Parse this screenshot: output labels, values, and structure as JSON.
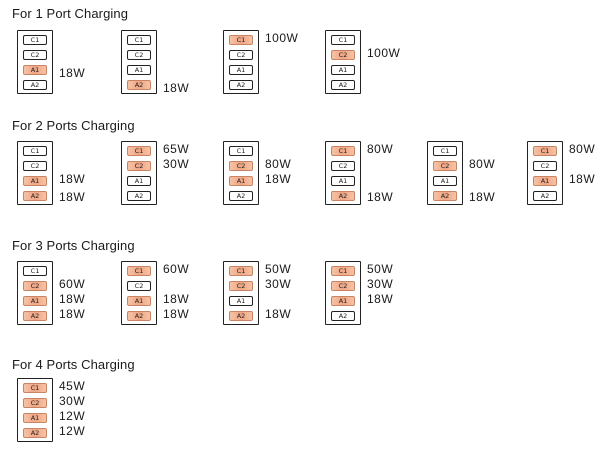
{
  "colors": {
    "active_port": "#f0a583",
    "outline": "#222222",
    "text": "#1a1a1a"
  },
  "sections": [
    {
      "title": "For 1 Port Charging",
      "configs": [
        {
          "ports": [
            {
              "label": "C1",
              "on": false
            },
            {
              "label": "C2",
              "on": false
            },
            {
              "label": "A1",
              "on": true
            },
            {
              "label": "A2",
              "on": false
            }
          ],
          "watts": [
            {
              "row": 2.3,
              "text": "18W"
            }
          ]
        },
        {
          "ports": [
            {
              "label": "C1",
              "on": false
            },
            {
              "label": "C2",
              "on": false
            },
            {
              "label": "A1",
              "on": false
            },
            {
              "label": "A2",
              "on": true
            }
          ],
          "watts": [
            {
              "row": 3.3,
              "text": "18W"
            }
          ]
        },
        {
          "ports": [
            {
              "label": "C1",
              "on": true
            },
            {
              "label": "C2",
              "on": false
            },
            {
              "label": "A1",
              "on": false
            },
            {
              "label": "A2",
              "on": false
            }
          ],
          "watts": [
            {
              "row": 0,
              "text": "100W"
            }
          ]
        },
        {
          "ports": [
            {
              "label": "C1",
              "on": false
            },
            {
              "label": "C2",
              "on": true
            },
            {
              "label": "A1",
              "on": false
            },
            {
              "label": "A2",
              "on": false
            }
          ],
          "watts": [
            {
              "row": 1,
              "text": "100W"
            }
          ]
        }
      ]
    },
    {
      "title": "For 2 Ports Charging",
      "configs": [
        {
          "ports": [
            {
              "label": "C1",
              "on": false
            },
            {
              "label": "C2",
              "on": false
            },
            {
              "label": "A1",
              "on": true
            },
            {
              "label": "A2",
              "on": true
            }
          ],
          "watts": [
            {
              "row": 2,
              "text": "18W"
            },
            {
              "row": 3.2,
              "text": "18W"
            }
          ]
        },
        {
          "ports": [
            {
              "label": "C1",
              "on": true
            },
            {
              "label": "C2",
              "on": true
            },
            {
              "label": "A1",
              "on": false
            },
            {
              "label": "A2",
              "on": false
            }
          ],
          "watts": [
            {
              "row": 0,
              "text": "65W"
            },
            {
              "row": 1,
              "text": "30W"
            }
          ]
        },
        {
          "ports": [
            {
              "label": "C1",
              "on": false
            },
            {
              "label": "C2",
              "on": true
            },
            {
              "label": "A1",
              "on": true
            },
            {
              "label": "A2",
              "on": false
            }
          ],
          "watts": [
            {
              "row": 1,
              "text": "80W"
            },
            {
              "row": 2,
              "text": "18W"
            }
          ]
        },
        {
          "ports": [
            {
              "label": "C1",
              "on": true
            },
            {
              "label": "C2",
              "on": false
            },
            {
              "label": "A1",
              "on": false
            },
            {
              "label": "A2",
              "on": true
            }
          ],
          "watts": [
            {
              "row": 0,
              "text": "80W"
            },
            {
              "row": 3.2,
              "text": "18W"
            }
          ]
        },
        {
          "ports": [
            {
              "label": "C1",
              "on": false
            },
            {
              "label": "C2",
              "on": true
            },
            {
              "label": "A1",
              "on": false
            },
            {
              "label": "A2",
              "on": true
            }
          ],
          "watts": [
            {
              "row": 1,
              "text": "80W"
            },
            {
              "row": 3.2,
              "text": "18W"
            }
          ]
        },
        {
          "ports": [
            {
              "label": "C1",
              "on": true
            },
            {
              "label": "C2",
              "on": false
            },
            {
              "label": "A1",
              "on": true
            },
            {
              "label": "A2",
              "on": false
            }
          ],
          "watts": [
            {
              "row": 0,
              "text": "80W"
            },
            {
              "row": 2,
              "text": "18W"
            }
          ]
        }
      ]
    },
    {
      "title": "For 3 Ports Charging",
      "configs": [
        {
          "ports": [
            {
              "label": "C1",
              "on": false
            },
            {
              "label": "C2",
              "on": true
            },
            {
              "label": "A1",
              "on": true
            },
            {
              "label": "A2",
              "on": true
            }
          ],
          "watts": [
            {
              "row": 1,
              "text": "60W"
            },
            {
              "row": 2,
              "text": "18W"
            },
            {
              "row": 3,
              "text": "18W"
            }
          ]
        },
        {
          "ports": [
            {
              "label": "C1",
              "on": true
            },
            {
              "label": "C2",
              "on": false
            },
            {
              "label": "A1",
              "on": true
            },
            {
              "label": "A2",
              "on": true
            }
          ],
          "watts": [
            {
              "row": 0,
              "text": "60W"
            },
            {
              "row": 2,
              "text": "18W"
            },
            {
              "row": 3,
              "text": "18W"
            }
          ]
        },
        {
          "ports": [
            {
              "label": "C1",
              "on": true
            },
            {
              "label": "C2",
              "on": true
            },
            {
              "label": "A1",
              "on": false
            },
            {
              "label": "A2",
              "on": true
            }
          ],
          "watts": [
            {
              "row": 0,
              "text": "50W"
            },
            {
              "row": 1,
              "text": "30W"
            },
            {
              "row": 3,
              "text": "18W"
            }
          ]
        },
        {
          "ports": [
            {
              "label": "C1",
              "on": true
            },
            {
              "label": "C2",
              "on": true
            },
            {
              "label": "A1",
              "on": true
            },
            {
              "label": "A2",
              "on": false
            }
          ],
          "watts": [
            {
              "row": 0,
              "text": "50W"
            },
            {
              "row": 1,
              "text": "30W"
            },
            {
              "row": 2,
              "text": "18W"
            }
          ]
        }
      ]
    },
    {
      "title": "For 4 Ports Charging",
      "configs": [
        {
          "ports": [
            {
              "label": "C1",
              "on": true
            },
            {
              "label": "C2",
              "on": true
            },
            {
              "label": "A1",
              "on": true
            },
            {
              "label": "A2",
              "on": true
            }
          ],
          "watts": [
            {
              "row": 0,
              "text": "45W"
            },
            {
              "row": 1,
              "text": "30W"
            },
            {
              "row": 2,
              "text": "12W"
            },
            {
              "row": 3,
              "text": "12W"
            }
          ]
        }
      ]
    }
  ]
}
